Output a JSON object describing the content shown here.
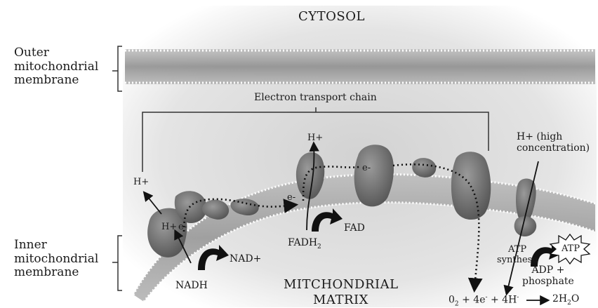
{
  "compartments": {
    "top": "CYTOSOL",
    "bottom_line1": "MITCHONDRIAL",
    "bottom_line2": "MATRIX"
  },
  "side_labels": {
    "outer": [
      "Outer",
      "mitochondrial",
      "membrane"
    ],
    "inner": [
      "Inner",
      "mitochondrial",
      "membrane"
    ]
  },
  "chain_label": "Electron transport chain",
  "labels": {
    "h_plus": "H+",
    "h_plus_left": "H+",
    "h_plus_inner": "H+",
    "h_plus_top": "H+",
    "e_minus": "e-",
    "nadh": "NADH",
    "nad_plus": "NAD+",
    "fadh2": "FADH",
    "fadh2_sub": "2",
    "fad": "FAD",
    "h_high_line1": "H+ (high",
    "h_high_line2": "concentration)",
    "atp_synthese_line1": "ATP",
    "atp_synthese_line2": "synthese",
    "atp": "ATP",
    "adp_line1": "ADP +",
    "adp_line2": "phosphate"
  },
  "equation": {
    "o2": "0",
    "o2_sub": "2",
    "middle": " + 4e",
    "e_sup": "-",
    "plus": " + 4H",
    "h_sup": "-",
    "product": "2H",
    "product_sub": "2",
    "product_end": "O"
  },
  "colors": {
    "membrane": "#9d9d9d",
    "protein": "#707070",
    "background_fog": "#e6e6e6"
  }
}
